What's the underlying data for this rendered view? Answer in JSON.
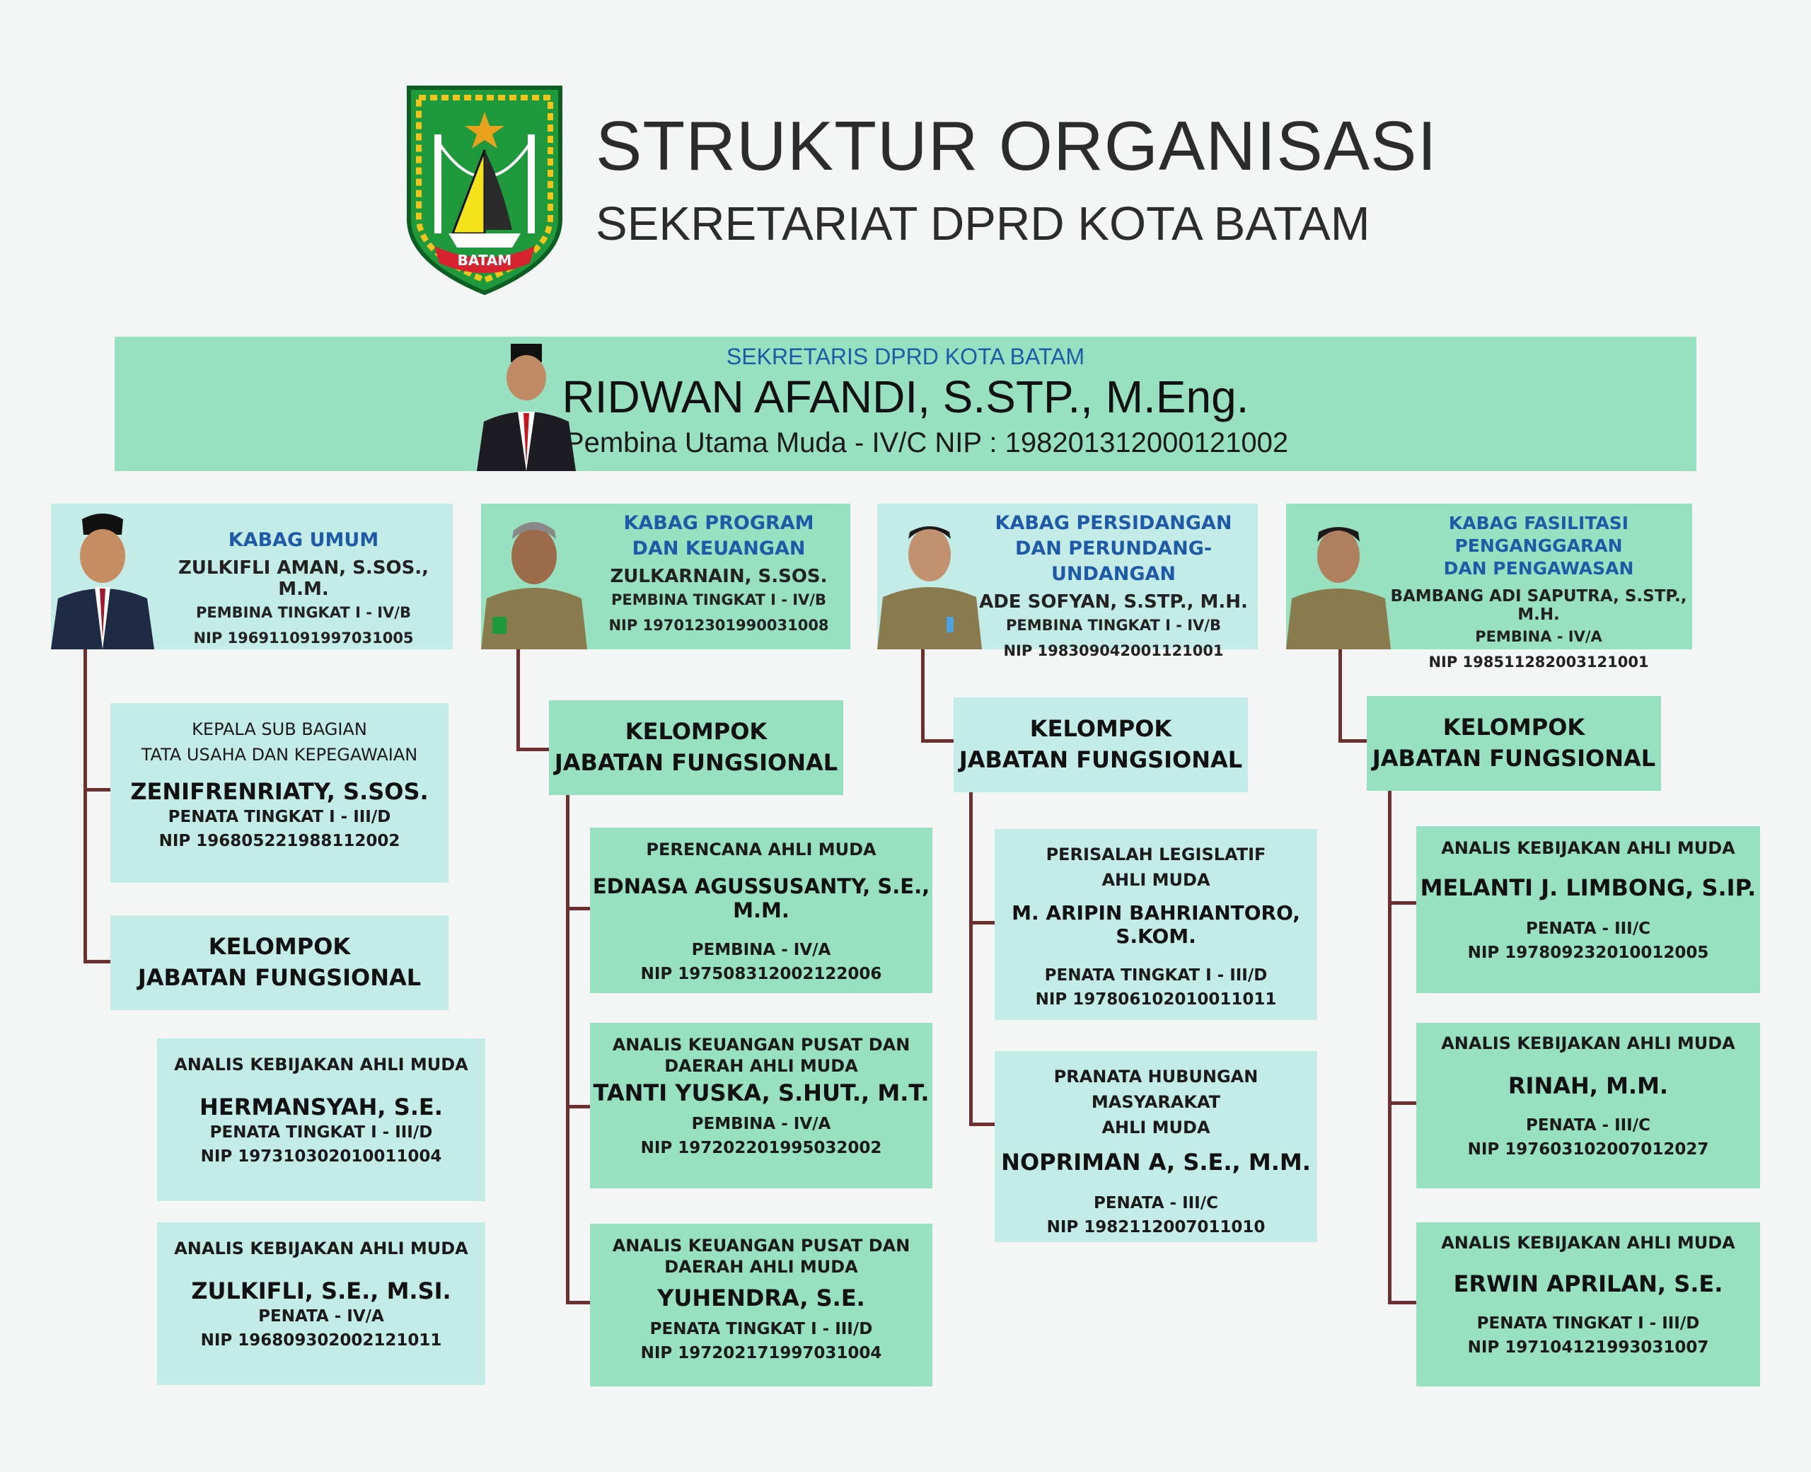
{
  "header": {
    "title": "STRUKTUR ORGANISASI",
    "subtitle": "SEKRETARIAT DPRD KOTA BATAM",
    "logo_text": "BATAM"
  },
  "sekretaris": {
    "role": "SEKRETARIS DPRD KOTA BATAM",
    "name": "RIDWAN AFANDI, S.STP., M.Eng.",
    "info": "Pembina Utama Muda - IV/C NIP : 198201312000121002"
  },
  "kabag": [
    {
      "title1": "KABAG UMUM",
      "title2": "",
      "name": "ZULKIFLI AMAN, S.SOS., M.M.",
      "rank": "PEMBINA TINGKAT I - IV/B",
      "nip": "NIP 196911091997031005"
    },
    {
      "title1": "KABAG PROGRAM",
      "title2": "DAN KEUANGAN",
      "name": "ZULKARNAIN, S.SOS.",
      "rank": "PEMBINA TINGKAT I - IV/B",
      "nip": "NIP 197012301990031008"
    },
    {
      "title1": "KABAG PERSIDANGAN",
      "title2": "DAN PERUNDANG-UNDANGAN",
      "name": "ADE SOFYAN, S.STP., M.H.",
      "rank": "PEMBINA TINGKAT I - IV/B",
      "nip": "NIP 198309042001121001"
    },
    {
      "title1": "KABAG FASILITASI PENGANGGARAN",
      "title2": "DAN PENGAWASAN",
      "name": "BAMBANG ADI SAPUTRA, S.STP., M.H.",
      "rank": "PEMBINA - IV/A",
      "nip": "NIP 198511282003121001"
    }
  ],
  "group_label": {
    "line1": "KELOMPOK",
    "line2": "JABATAN FUNGSIONAL"
  },
  "kasubag": {
    "role1": "KEPALA SUB BAGIAN",
    "role2": "TATA USAHA DAN KEPEGAWAIAN",
    "name": "ZENIFRENRIATY, S.SOS.",
    "rank": "PENATA TINGKAT I - III/D",
    "nip": "NIP 196805221988112002"
  },
  "col1_staff": [
    {
      "role1": "ANALIS KEBIJAKAN AHLI MUDA",
      "role2": "",
      "name": "HERMANSYAH, S.E.",
      "rank": "PENATA TINGKAT I - III/D",
      "nip": "NIP 197310302010011004"
    },
    {
      "role1": "ANALIS KEBIJAKAN AHLI MUDA",
      "role2": "",
      "name": "ZULKIFLI, S.E., M.SI.",
      "rank": "PENATA - IV/A",
      "nip": "NIP 196809302002121011"
    }
  ],
  "col2_staff": [
    {
      "role1": "PERENCANA AHLI MUDA",
      "role2": "",
      "name": "EDNASA AGUSSUSANTY, S.E., M.M.",
      "rank": "PEMBINA - IV/A",
      "nip": "NIP 197508312002122006"
    },
    {
      "role1": "ANALIS KEUANGAN PUSAT DAN",
      "role2": "DAERAH AHLI MUDA",
      "name": "TANTI YUSKA, S.HUT., M.T.",
      "rank": "PEMBINA - IV/A",
      "nip": "NIP 197202201995032002"
    },
    {
      "role1": "ANALIS KEUANGAN PUSAT DAN",
      "role2": "DAERAH AHLI MUDA",
      "name": "YUHENDRA, S.E.",
      "rank": "PENATA TINGKAT I - III/D",
      "nip": "NIP 197202171997031004"
    }
  ],
  "col3_staff": [
    {
      "role1": "PERISALAH LEGISLATIF",
      "role2": "AHLI MUDA",
      "name": "M. ARIPIN BAHRIANTORO, S.KOM.",
      "rank": "PENATA TINGKAT I - III/D",
      "nip": "NIP 197806102010011011"
    },
    {
      "role1": "PRANATA HUBUNGAN MASYARAKAT",
      "role2": "AHLI MUDA",
      "name": "NOPRIMAN A, S.E., M.M.",
      "rank": "PENATA - III/C",
      "nip": "NIP 1982112007011010"
    }
  ],
  "col4_staff": [
    {
      "role1": "ANALIS KEBIJAKAN AHLI MUDA",
      "role2": "",
      "name": "MELANTI J. LIMBONG, S.IP.",
      "rank": "PENATA - III/C",
      "nip": "NIP 197809232010012005"
    },
    {
      "role1": "ANALIS KEBIJAKAN AHLI MUDA",
      "role2": "",
      "name": "RINAH, M.M.",
      "rank": "PENATA - III/C",
      "nip": "NIP 197603102007012027"
    },
    {
      "role1": "ANALIS KEBIJAKAN AHLI MUDA",
      "role2": "",
      "name": "ERWIN APRILAN, S.E.",
      "rank": "PENATA TINGKAT I - III/D",
      "nip": "NIP 197104121993031007"
    }
  ],
  "colors": {
    "mint": "#97e0c0",
    "aqua": "#c4ece6",
    "connector": "#6e2f2f",
    "title_blue": "#1f5aa8"
  }
}
